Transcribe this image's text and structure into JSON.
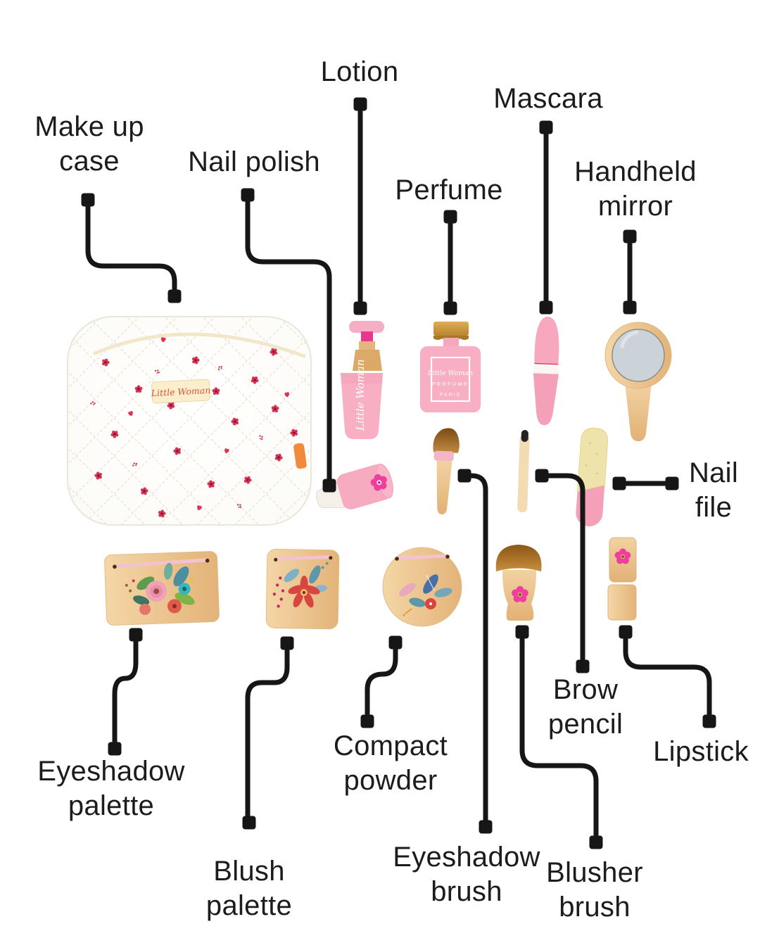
{
  "labels": {
    "make_up_case": "Make up\ncase",
    "nail_polish": "Nail polish",
    "lotion": "Lotion",
    "perfume": "Perfume",
    "mascara": "Mascara",
    "handheld_mirror": "Handheld\nmirror",
    "nail_file": "Nail\nfile",
    "eyeshadow_palette": "Eyeshadow\npalette",
    "blush_palette": "Blush\npalette",
    "compact_powder": "Compact\npowder",
    "eyeshadow_brush": "Eyeshadow\nbrush",
    "blusher_brush": "Blusher\nbrush",
    "brow_pencil": "Brow\npencil",
    "lipstick": "Lipstick"
  },
  "items": {
    "case_tag": "Little Woman",
    "lotion_text": "Little Woman",
    "perfume_brand": "Little Woman",
    "perfume_type": "PERFUME",
    "perfume_city": "PARIS"
  },
  "colors": {
    "line_black": "#161616",
    "text_black": "#1c1c1c",
    "pink": "#F8AFC4",
    "pink_deep": "#F3A0B8",
    "magenta": "#E9368E",
    "wood": "#EDC795",
    "gold": "#C9973F",
    "cream": "#F6E8C9",
    "mirror_gray": "#CBD3D8",
    "flower_red": "#D9234A",
    "tag_text": "#DE5340",
    "orange_tab": "#F08A3C"
  }
}
